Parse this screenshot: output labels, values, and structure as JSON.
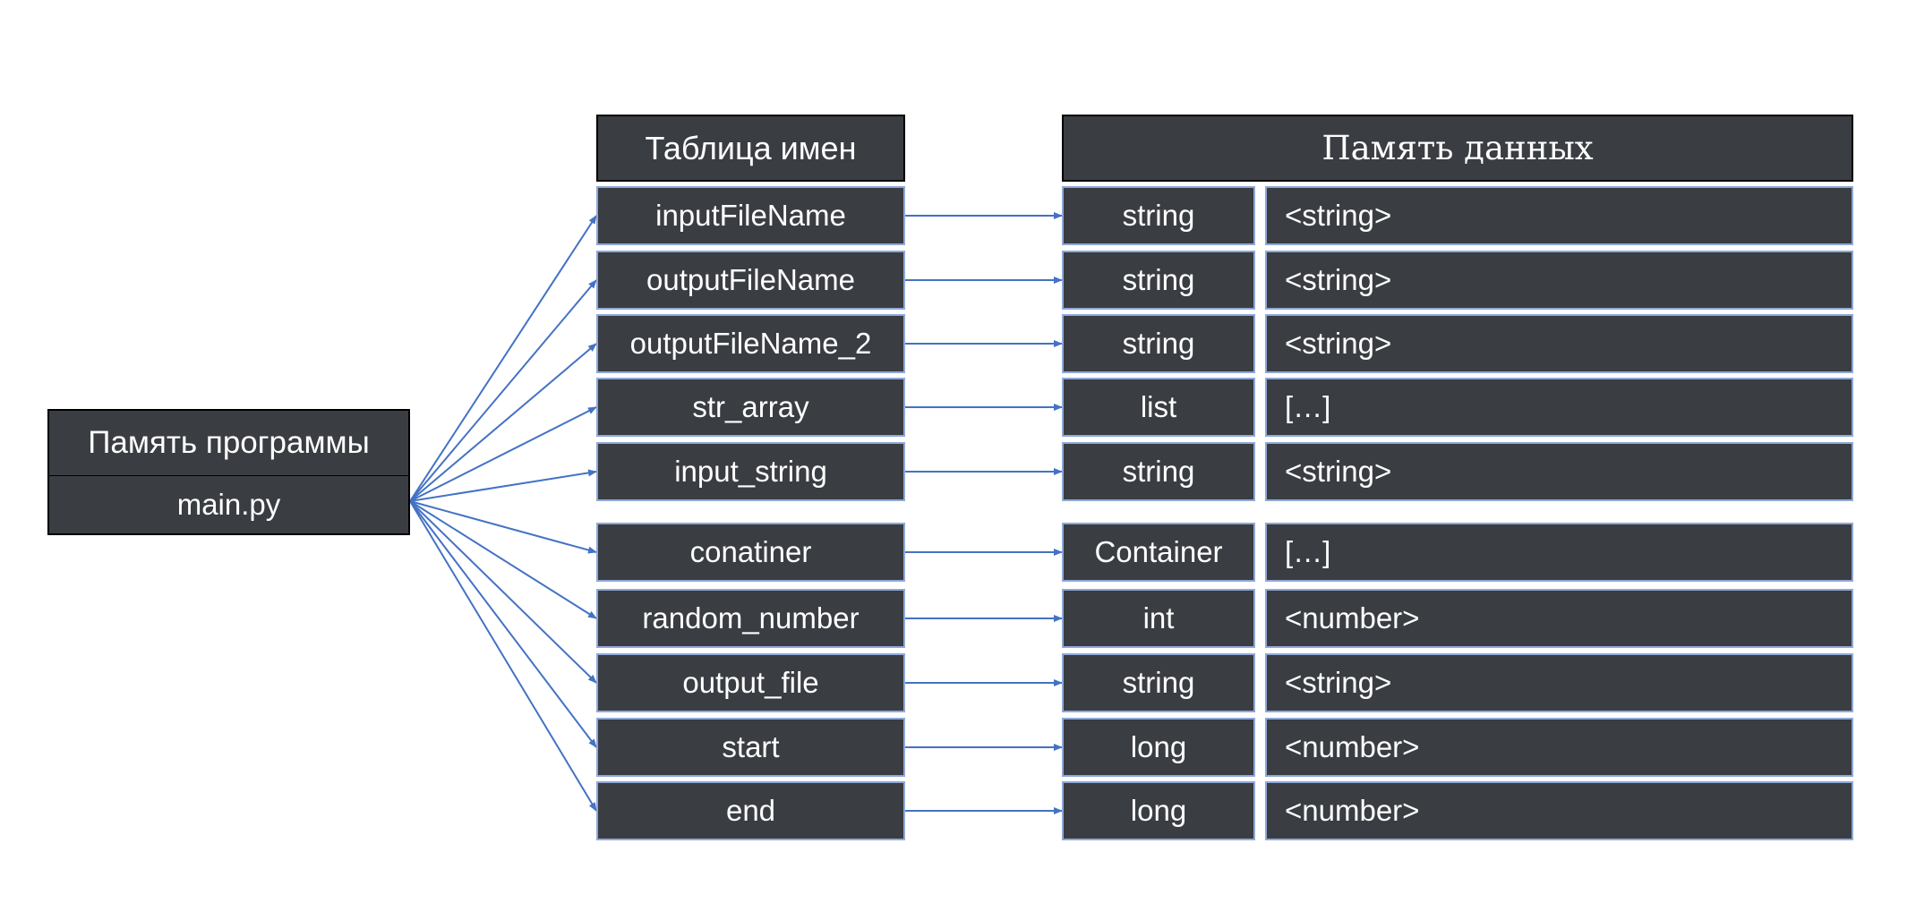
{
  "program_memory": {
    "title": "Память программы",
    "file": "main.py"
  },
  "names_table": {
    "title": "Таблица имен"
  },
  "data_memory": {
    "title": "Память данных"
  },
  "rows": [
    {
      "name": "inputFileName",
      "type": "string",
      "value": "<string>"
    },
    {
      "name": "outputFileName",
      "type": "string",
      "value": "<string>"
    },
    {
      "name": "outputFileName_2",
      "type": "string",
      "value": "<string>"
    },
    {
      "name": "str_array",
      "type": "list",
      "value": "[…]"
    },
    {
      "name": "input_string",
      "type": "string",
      "value": "<string>"
    },
    {
      "name": "conatiner",
      "type": "Container",
      "value": "[…]"
    },
    {
      "name": "random_number",
      "type": "int",
      "value": "<number>"
    },
    {
      "name": "output_file",
      "type": "string",
      "value": "<string>"
    },
    {
      "name": "start",
      "type": "long",
      "value": "<number>"
    },
    {
      "name": "end",
      "type": "long",
      "value": "<number>"
    }
  ],
  "colors": {
    "box_fill": "#3a3d42",
    "cell_border": "#8fa8d8",
    "arrow": "#4472c4",
    "text": "#ffffff"
  }
}
